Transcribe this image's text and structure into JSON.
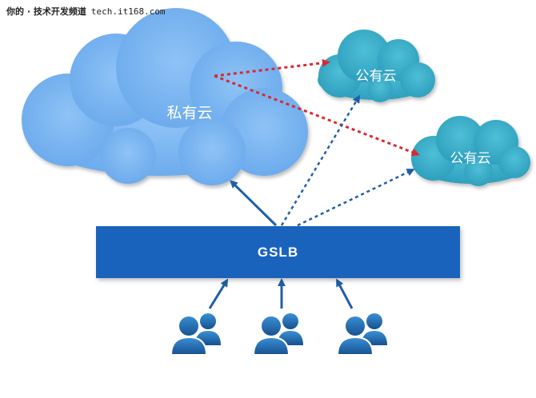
{
  "watermark": {
    "text": "你的 · 技术开发频道",
    "site": "tech.it168.com"
  },
  "private_cloud": {
    "label": "私有云",
    "color": "#7cb7f3"
  },
  "public_clouds": [
    {
      "label": "公有云",
      "color": "#3aaec9"
    },
    {
      "label": "公有云",
      "color": "#3aaec9"
    }
  ],
  "gslb": {
    "label": "GSLB",
    "color": "#1a63bd"
  },
  "colors": {
    "arrow": "#1f5fa8",
    "dotted_link": "#d9292f",
    "user_icon": "#1f5fa8"
  },
  "icons": [
    "users-icon",
    "users-icon",
    "users-icon"
  ]
}
